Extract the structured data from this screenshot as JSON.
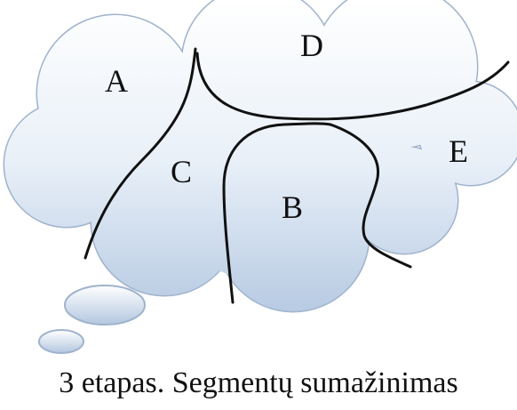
{
  "diagram": {
    "segments": [
      {
        "id": "A",
        "label": "A"
      },
      {
        "id": "D",
        "label": "D"
      },
      {
        "id": "C",
        "label": "C"
      },
      {
        "id": "B",
        "label": "B"
      },
      {
        "id": "E",
        "label": "E"
      }
    ],
    "caption": "3 etapas. Segmentų sumažinimas",
    "colors": {
      "cloud_top": "#ffffff",
      "cloud_bottom": "#a9c0dd",
      "cloud_outline": "#9fb3cc",
      "boundary_line": "#111111"
    }
  }
}
